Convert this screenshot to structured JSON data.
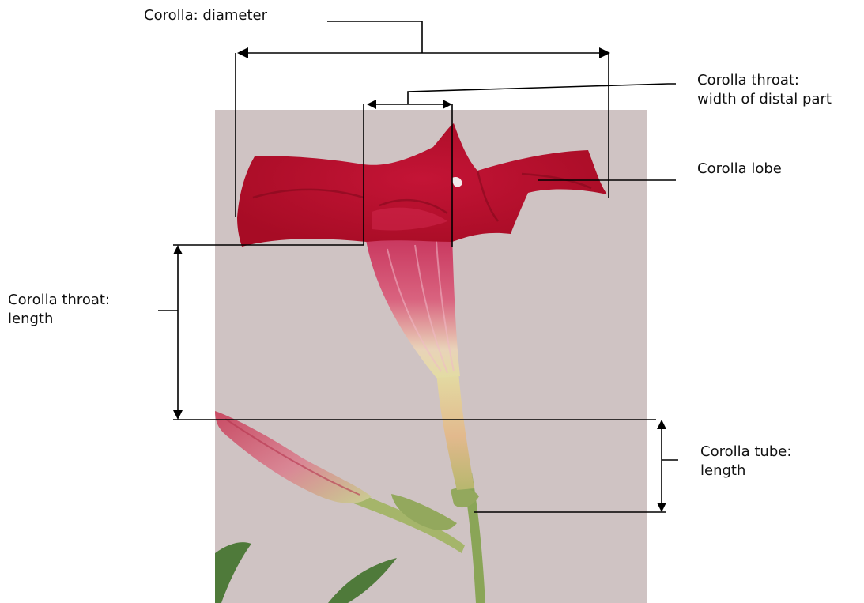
{
  "labels": {
    "corolla_diameter": "Corolla: diameter",
    "corolla_throat_width": [
      "Corolla throat:",
      "width of distal part"
    ],
    "corolla_lobe": "Corolla lobe",
    "corolla_throat_length": [
      "Corolla throat:",
      "length"
    ],
    "corolla_tube_length": [
      "Corolla tube:",
      "length"
    ]
  },
  "colors": {
    "photo_background": "#cfc3c3",
    "corolla_lobe": "#b8102a",
    "throat_pink": "#d9637f",
    "tube_yellow": "#e3dca3",
    "stem_green": "#8aa557",
    "leaf_green": "#4f7a3a",
    "annotation_line": "#000000"
  }
}
